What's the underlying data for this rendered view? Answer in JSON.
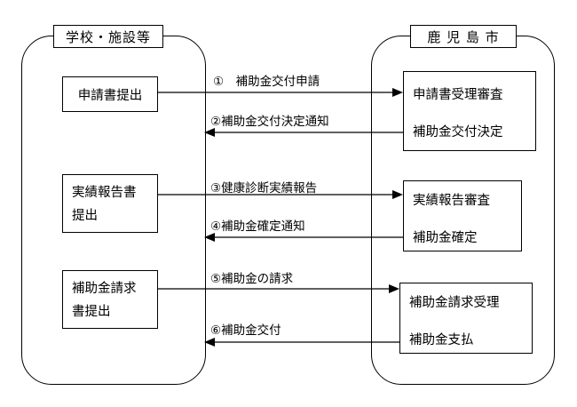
{
  "school": {
    "title": "学校・施設等",
    "boxes": [
      {
        "lines": [
          "申請書提出"
        ]
      },
      {
        "lines": [
          "実績報告書",
          "提出"
        ]
      },
      {
        "lines": [
          "補助金請求",
          "書提出"
        ]
      }
    ]
  },
  "city": {
    "title": "鹿 児 島 市",
    "boxes": [
      {
        "lines": [
          "申請書受理審査",
          "補助金交付決定"
        ]
      },
      {
        "lines": [
          "実績報告審査",
          "補助金確定"
        ]
      },
      {
        "lines": [
          "補助金請求受理",
          "補助金支払"
        ]
      }
    ]
  },
  "arrows": [
    {
      "label": "①　補助金交付申請",
      "direction": "right"
    },
    {
      "label": "②補助金交付決定通知",
      "direction": "left"
    },
    {
      "label": "③健康診断実績報告",
      "direction": "right"
    },
    {
      "label": "④補助金確定通知",
      "direction": "left"
    },
    {
      "label": "⑤補助金の請求",
      "direction": "right"
    },
    {
      "label": "⑥補助金交付",
      "direction": "left"
    }
  ]
}
